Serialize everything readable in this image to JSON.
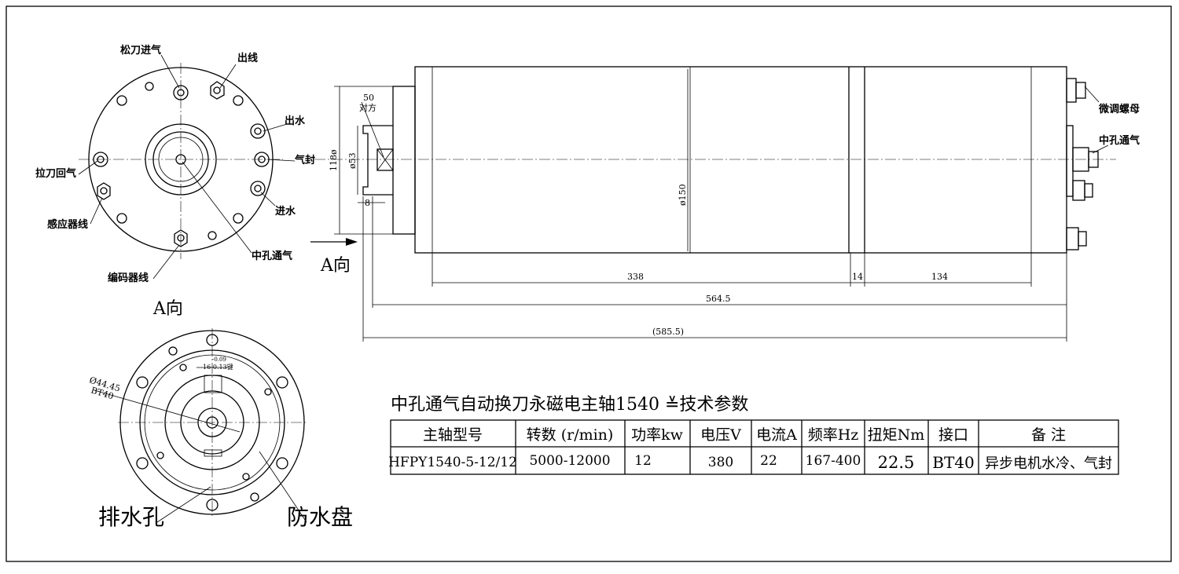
{
  "view_a": {
    "labels": {
      "release_air_in": "松刀进气",
      "cable_out": "出线",
      "water_out": "出水",
      "air_seal": "气封",
      "pull_back_air": "拉刀回气",
      "water_in": "进水",
      "sensor_cable": "感应器线",
      "center_air": "中孔通气",
      "encoder_cable": "编码器线"
    },
    "title": "A向"
  },
  "side_view": {
    "labels": {
      "fine_nut": "微调螺母",
      "center_air": "中孔通气",
      "across_flats_value": "50",
      "across_flats": "对方",
      "dia_118": "118ø",
      "dia_53": "ø53",
      "dim_8": "8",
      "dia_150": "ø150",
      "arrow_a": "A向"
    },
    "dimensions": {
      "d338": "338",
      "d14": "14",
      "d134": "134",
      "d564": "564.5",
      "d585": "(585.5)"
    }
  },
  "front_view": {
    "labels": {
      "dia": "Ø44.45",
      "taper": "BT40",
      "key_tol_top": "-0.09",
      "key": "16-0.13键",
      "drain_hole": "排水孔",
      "water_disc": "防水盘"
    }
  },
  "spec_table": {
    "title": "中孔通气自动换刀永磁电主轴1540 ≚技术参数",
    "headers": [
      "主轴型号",
      "转数 (r/min)",
      "功率kw",
      "电压V",
      "电流A",
      "频率Hz",
      "扭矩Nm",
      "接口",
      "备 注"
    ],
    "row": [
      "HFPY1540-5-12/12",
      "5000-12000",
      "12",
      "380",
      "22",
      "167-400",
      "22.5",
      "BT40",
      "异步电机水冷、气封"
    ]
  }
}
